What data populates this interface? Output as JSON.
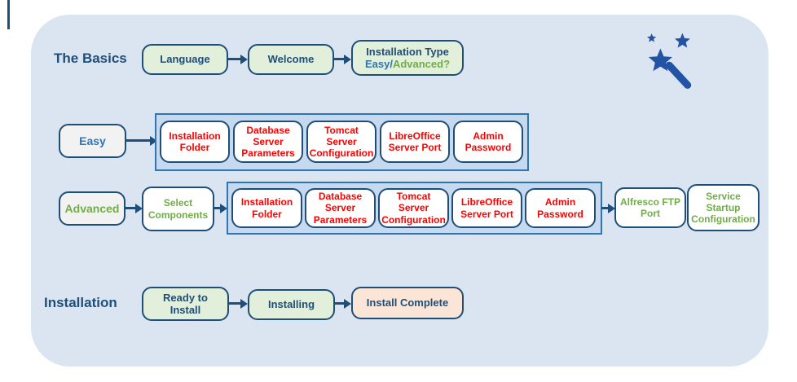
{
  "colors": {
    "panel_bg": "#dbe5f1",
    "dark_blue": "#1f4e79",
    "medium_blue": "#2e75b6",
    "green": "#70ad47",
    "red": "#ff0000",
    "light_green_fill": "#e2efda",
    "gray_fill": "#f2f2f2",
    "peach_fill": "#fbe5d6",
    "group_fill": "#c6d9ee",
    "group_border": "#2e75b6",
    "wand_blue": "#2353a4"
  },
  "basics": {
    "label": "The Basics",
    "step1": "Language",
    "step2": "Welcome",
    "step3_title": "Installation Type",
    "step3_easy": "Easy/",
    "step3_advanced": "Advanced?"
  },
  "easy": {
    "label": "Easy",
    "steps": [
      "Installation Folder",
      "Database Server Parameters",
      "Tomcat Server Configuration",
      "LibreOffice Server Port",
      "Admin Password"
    ]
  },
  "advanced": {
    "label": "Advanced",
    "select": "Select Components",
    "steps": [
      "Installation Folder",
      "Database Server Parameters",
      "Tomcat Server Configuration",
      "LibreOffice Server Port",
      "Admin Password"
    ],
    "ftp": "Alfresco FTP Port",
    "service": "Service Startup Configuration"
  },
  "installation": {
    "label": "Installation",
    "step1": "Ready to Install",
    "step2": "Installing",
    "step3": "Install Complete"
  },
  "icons": {
    "wand": "magic-wand-with-stars"
  }
}
